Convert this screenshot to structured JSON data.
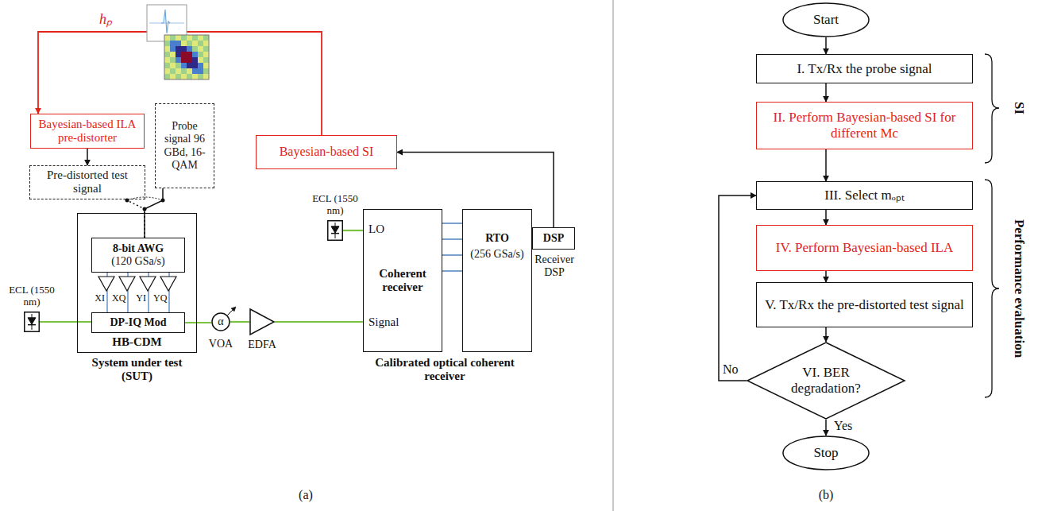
{
  "diagram": {
    "nodes": [
      {
        "text": [
          "Bayesian-based ILA pre-distorter"
        ]
      },
      {
        "text": [
          "Pre-distorted test signal"
        ]
      },
      {
        "text": [
          "Probe signal 96 GBd, 16-QAM"
        ]
      },
      {
        "text": [
          "Bayesian-based SI"
        ]
      },
      {
        "text": [
          "HB-CDM"
        ]
      },
      {
        "text": [
          "8-bit AWG",
          "(120 GSa/s)"
        ],
        "in": 4
      },
      {
        "text": [
          "DP-IQ Mod"
        ],
        "in": 4
      },
      {
        "text": [
          "ECL (1550 nm)"
        ]
      },
      {
        "text": [
          "α",
          "VOA"
        ]
      },
      {
        "text": [
          "EDFA"
        ]
      },
      {
        "text": [
          "ECL (1550 nm)"
        ]
      },
      {
        "text": [
          "LO",
          "Coherent receiver",
          "Signal"
        ]
      },
      {
        "text": [
          "RTO",
          "(256 GSa/s)"
        ]
      },
      {
        "text": [
          "DSP",
          "Receiver DSP"
        ]
      },
      {
        "text": [
          "Start"
        ]
      },
      {
        "text": [
          "I. Tx/Rx the probe signal"
        ]
      },
      {
        "text": [
          "II. Perform Bayesian-based SI for different Mc"
        ]
      },
      {
        "text": [
          "III. Select mₒₚₜ"
        ]
      },
      {
        "text": [
          "IV. Perform Bayesian-based ILA"
        ]
      },
      {
        "text": [
          "V. Tx/Rx the pre-distorted test signal"
        ]
      },
      {
        "text": [
          "VI. BER degradation?"
        ]
      },
      {
        "text": [
          "Stop"
        ]
      }
    ],
    "edges": [
      {
        "from": 3,
        "to": 0,
        "arrow": "to"
      },
      {
        "from": 0,
        "to": 1,
        "arrow": "to"
      },
      {
        "from": 1,
        "to": 5,
        "arrow": "none"
      },
      {
        "from": 2,
        "to": 5,
        "arrow": "none"
      },
      {
        "from": 13,
        "to": 3,
        "arrow": "to"
      },
      {
        "from": 5,
        "to": 6,
        "arrow": "none"
      },
      {
        "from": 7,
        "to": 6,
        "arrow": "none"
      },
      {
        "from": 6,
        "to": 8,
        "arrow": "none"
      },
      {
        "from": 8,
        "to": 9,
        "arrow": "none"
      },
      {
        "from": 9,
        "to": 11,
        "arrow": "none"
      },
      {
        "from": 10,
        "to": 11,
        "arrow": "none"
      },
      {
        "from": 11,
        "to": 12,
        "arrow": "none"
      },
      {
        "from": 14,
        "to": 15,
        "arrow": "to"
      },
      {
        "from": 15,
        "to": 16,
        "arrow": "to"
      },
      {
        "from": 16,
        "to": 17,
        "arrow": "to"
      },
      {
        "from": 17,
        "to": 18,
        "arrow": "to"
      },
      {
        "from": 18,
        "to": 19,
        "arrow": "to"
      },
      {
        "from": 19,
        "to": 20,
        "arrow": "to"
      },
      {
        "from": 20,
        "to": 17,
        "arrow": "to",
        "label": "No"
      },
      {
        "from": 20,
        "to": 21,
        "arrow": "to",
        "label": "Yes"
      }
    ],
    "labels": [
      "hₚ",
      "XI",
      "XQ",
      "YI",
      "YQ",
      "System under test (SUT)",
      "Calibrated optical coherent receiver",
      "(a)",
      "SI",
      "Performance evaluation",
      "(b)"
    ]
  }
}
